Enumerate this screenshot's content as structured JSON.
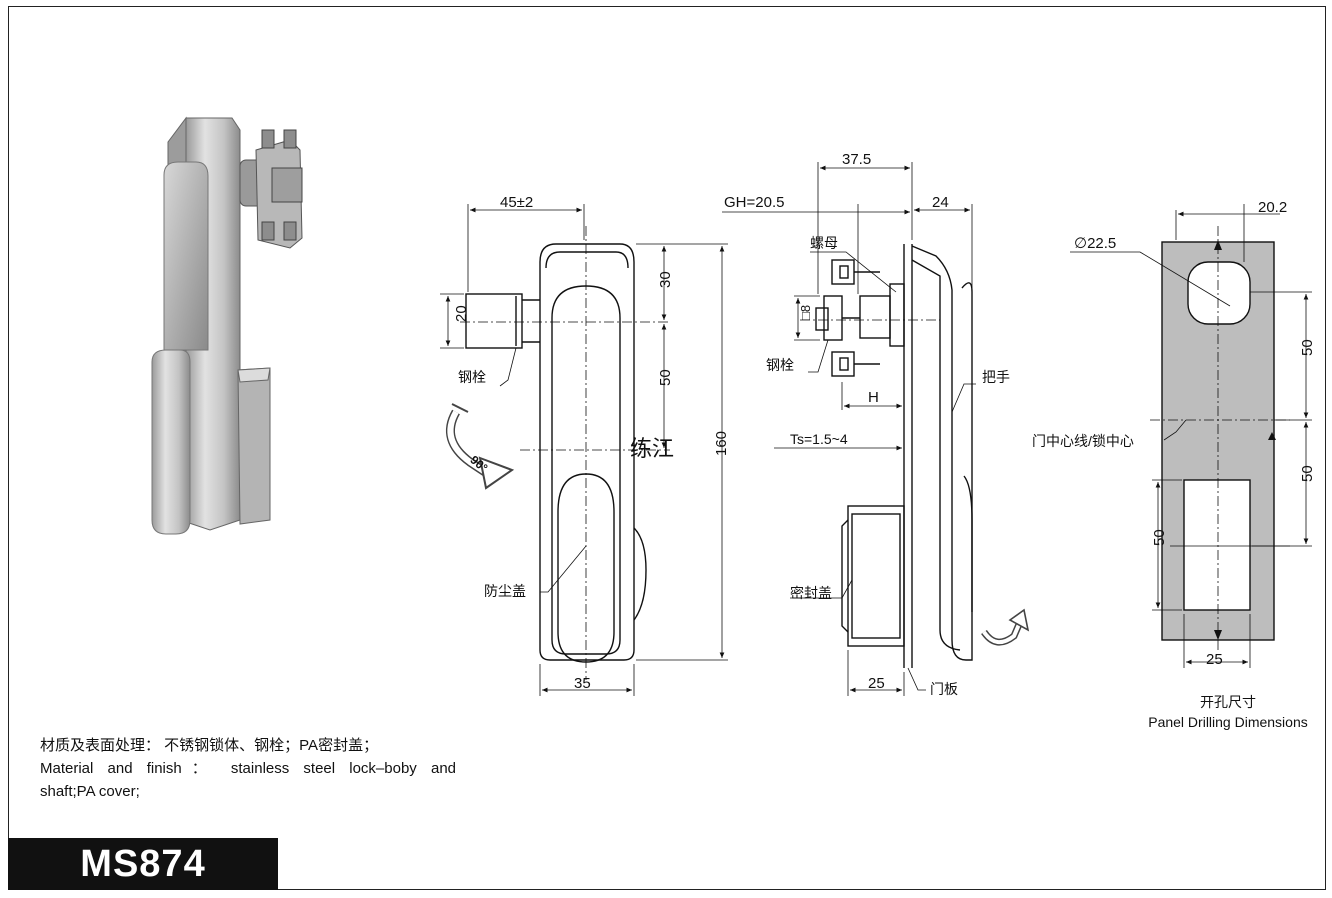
{
  "model": "MS874",
  "dimensions": {
    "d45": "45±2",
    "d20": "20",
    "d30": "30",
    "d50a": "50",
    "d160": "160",
    "d35": "35",
    "d37_5": "37.5",
    "gh": "GH=20.5",
    "d24": "24",
    "d8": "□8",
    "h": "H",
    "ts": "Ts=1.5~4",
    "d25_side": "25",
    "dia": "∅22.5",
    "d20_2": "20.2",
    "d50_p1": "50",
    "d50_p2": "50",
    "d50_p3": "50",
    "d25_panel": "25",
    "angle": "90°"
  },
  "labels": {
    "bolt_front": "钢栓",
    "dust_cover": "防尘盖",
    "nut": "螺母",
    "bolt_side": "钢栓",
    "handle": "把手",
    "seal_cover": "密封盖",
    "door_panel": "门板",
    "center_line": "门中心线/锁中心",
    "watermark": "练江"
  },
  "panel_caption": {
    "cn": "开孔尺寸",
    "en": "Panel Drilling Dimensions"
  },
  "material": {
    "cn": "材质及表面处理： 不锈钢锁体、钢栓；PA密封盖；",
    "en_line1": "Material and finish： stainless steel lock–boby and",
    "en_line2": "shaft;PA cover;"
  },
  "colors": {
    "panel_gray": "#bdbdbd",
    "ink": "#111111",
    "title_bg": "#111111"
  }
}
